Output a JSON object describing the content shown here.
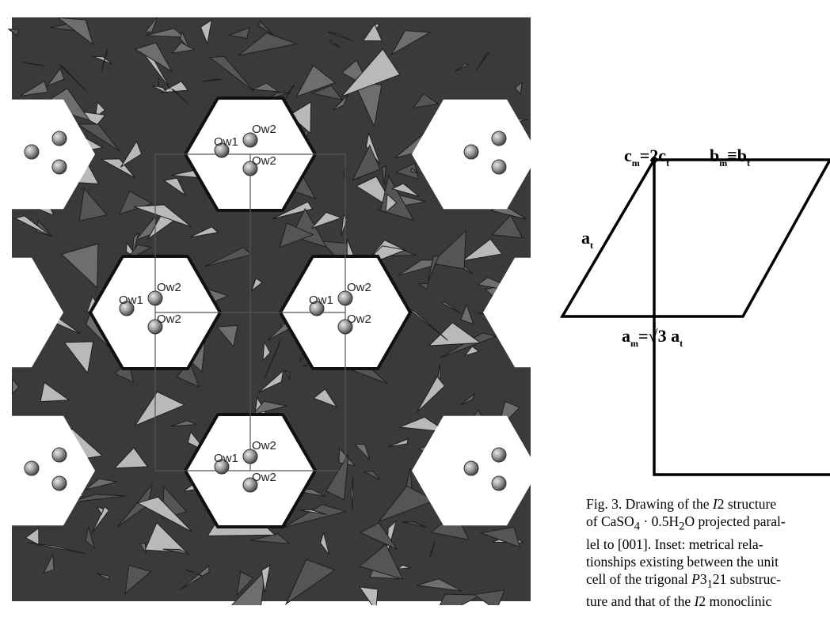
{
  "figure": {
    "water_labels": {
      "w1": "Ow1",
      "w2": "Ow2"
    },
    "inset_labels": {
      "cm": "c",
      "cm_sub": "m",
      "cm_rel": "=2c",
      "cm_rel_sub": "t",
      "bm": "b",
      "bm_sub": "m",
      "bm_rel": "≡b",
      "bm_rel_sub": "t",
      "at": "a",
      "at_sub": "t",
      "am": "a",
      "am_sub": "m",
      "am_rel": "=√3 a",
      "am_rel_sub": "t"
    },
    "caption": {
      "prefix": "Fig. 3. Drawing of the ",
      "sym1": "I",
      "after_sym1": "2 structure",
      "line2_pre": "of CaSO",
      "line2_sub": "4",
      "line2_mid": " · 0.5H",
      "line2_sub2": "2",
      "line2_post": "O projected paral-",
      "line3": "lel to [001]. Inset: metrical rela-",
      "line4": "tionships existing between the unit",
      "line5_pre": "cell of the trigonal ",
      "line5_sym": "P",
      "line5_mid": "3",
      "line5_sub": "1",
      "line5_post": "21 substruc-",
      "line6_pre": "ture and that of the ",
      "line6_sym": "I",
      "line6_post": "2 monoclinic"
    },
    "colors": {
      "dark": "#3a3a3a",
      "mid": "#6e6e6e",
      "light": "#b9b9b9",
      "sphere": "#9a9a9a"
    }
  }
}
